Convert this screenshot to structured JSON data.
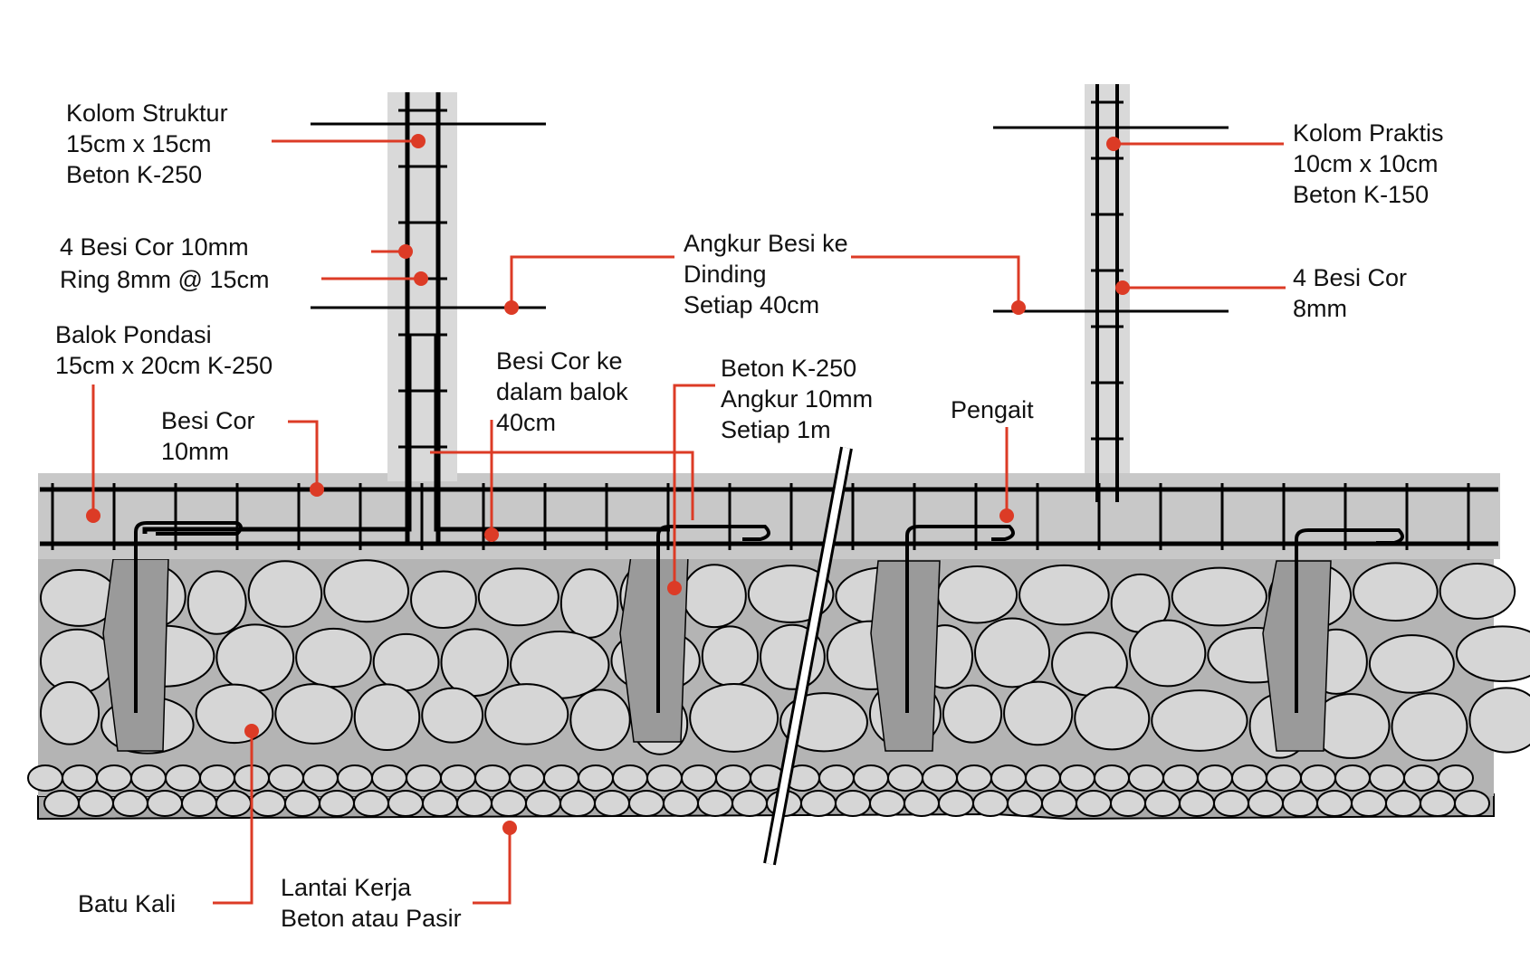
{
  "diagram": {
    "subject": "Foundation cross-section (pondasi batu kali) with structural and practical columns",
    "colors": {
      "leader": "#dc3b26",
      "rebar": "#000000",
      "column_concrete": "#d9d9d9",
      "beam_concrete": "#c8c8c8",
      "stone_fill": "#d6d6d6",
      "stone_mortar": "#b4b4b4",
      "anchor_concrete": "#9a9a9a",
      "work_floor": "#a9a9a9"
    }
  },
  "labels": {
    "kolom_struktur": "Kolom Struktur\n15cm x 15cm\nBeton K-250",
    "besi_cor_kolom": "4 Besi Cor 10mm",
    "ring": "Ring 8mm @ 15cm",
    "balok_pondasi": "Balok Pondasi\n15cm x 20cm K-250",
    "besi_cor_balok": "Besi Cor\n10mm",
    "angkur_dinding": "Angkur Besi ke\nDinding\nSetiap 40cm",
    "besi_cor_ke_balok": "Besi Cor ke\ndalam balok\n40cm",
    "angkur_beton": "Beton K-250\nAngkur 10mm\nSetiap 1m",
    "pengait": "Pengait",
    "kolom_praktis": "Kolom Praktis\n10cm x 10cm\nBeton K-150",
    "besi_cor_praktis": "4 Besi Cor\n8mm",
    "batu_kali": "Batu Kali",
    "lantai_kerja": "Lantai Kerja\nBeton atau Pasir"
  }
}
